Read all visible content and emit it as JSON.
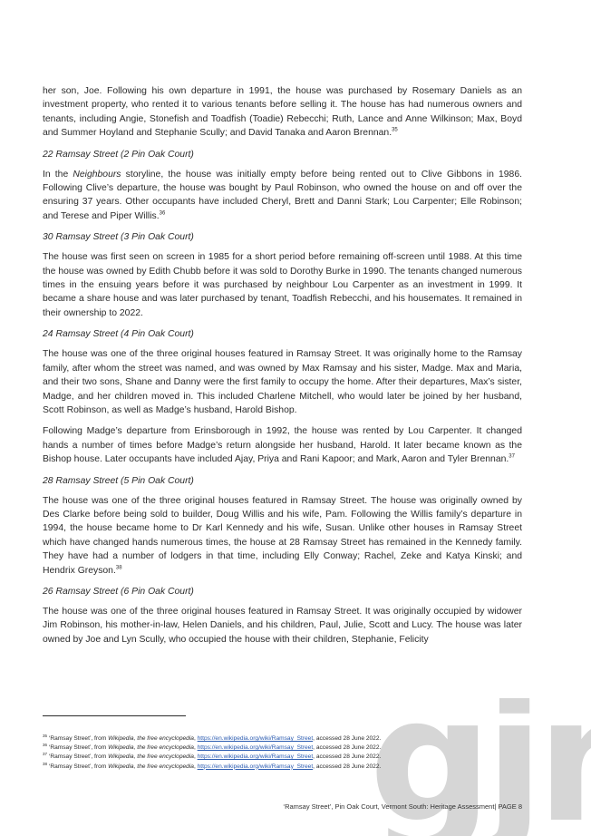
{
  "body": {
    "p1": "her son, Joe. Following his own departure in 1991, the house was purchased by Rosemary Daniels as an investment property, who rented it to various tenants before selling it. The house has had numerous owners and tenants, including Angie, Stonefish and Toadfish (Toadie) Rebecchi; Ruth, Lance and Anne Wilkinson; Max, Boyd and Summer Hoyland and Stephanie Scully; and David Tanaka and Aaron Brennan.",
    "p1_ref": "35",
    "h2": "22 Ramsay Street (2 Pin Oak Court)",
    "p2_a": "In the ",
    "p2_em": "Neighbours",
    "p2_b": " storyline, the house was initially empty before being rented out to Clive Gibbons in 1986. Following Clive’s departure, the house was bought by Paul Robinson, who owned the house on and off over the ensuring 37 years. Other occupants have included Cheryl, Brett and Danni Stark; Lou Carpenter; Elle Robinson; and Terese and Piper Willis.",
    "p2_ref": "36",
    "h3": "30 Ramsay Street (3 Pin Oak Court)",
    "p3": "The house was first seen on screen in 1985 for a short period before remaining off-screen until 1988. At this time the house was owned by Edith Chubb before it was sold to Dorothy Burke in 1990. The tenants changed numerous times in the ensuing years before it was purchased by neighbour Lou Carpenter as an investment in 1999. It became a share house and was later purchased by tenant, Toadfish Rebecchi, and his housemates. It remained in their ownership to 2022.",
    "h4": "24 Ramsay Street (4 Pin Oak Court)",
    "p4": "The house was one of the three original houses featured in Ramsay Street. It was originally home to the Ramsay family, after whom the street was named, and was owned by Max Ramsay and his sister, Madge. Max and Maria, and their two sons, Shane and Danny were the first family to occupy the home. After their departures, Max’s sister, Madge, and her children moved in. This included Charlene Mitchell, who would later be joined by her husband, Scott Robinson, as well as Madge’s husband, Harold Bishop.",
    "p5": "Following Madge’s departure from Erinsborough in 1992, the house was rented by Lou Carpenter. It changed hands a number of times before Madge’s return alongside her husband, Harold. It later became known as the Bishop house. Later occupants have included Ajay, Priya and Rani Kapoor; and Mark, Aaron and Tyler Brennan.",
    "p5_ref": "37",
    "h5": "28 Ramsay Street (5 Pin Oak Court)",
    "p6": "The house was one of the three original houses featured in Ramsay Street. The house was originally owned by Des Clarke before being sold to builder, Doug Willis and his wife, Pam. Following the Willis family’s departure in 1994, the house became home to Dr Karl Kennedy and his wife, Susan. Unlike other houses in Ramsay Street which have changed hands numerous times, the house at 28 Ramsay Street has remained in the Kennedy family. They have had a number of lodgers in that time, including Elly Conway; Rachel, Zeke and Katya Kinski; and Hendrix Greyson.",
    "p6_ref": "38",
    "h6": "26 Ramsay Street (6 Pin Oak Court)",
    "p7": "The house was one of the three original houses featured in Ramsay Street. It was originally occupied by widower Jim Robinson, his mother-in-law, Helen Daniels, and his children, Paul, Julie, Scott and Lucy. The house was later owned by Joe and Lyn Scully, who occupied the house with their children, Stephanie, Felicity"
  },
  "footnotes": [
    {
      "num": "35",
      "pre": " ‘Ramsay Street’, from ",
      "source": "Wikipedia, the free encyclopedia",
      "sep": ", ",
      "url": "https://en.wikipedia.org/wiki/Ramsay_Street",
      "post": ", accessed 28 June 2022."
    },
    {
      "num": "36",
      "pre": " ‘Ramsay Street’, from ",
      "source": "Wikipedia, the free encyclopedia",
      "sep": ", ",
      "url": "https://en.wikipedia.org/wiki/Ramsay_Street",
      "post": ", accessed 28 June 2022."
    },
    {
      "num": "37",
      "pre": " ‘Ramsay Street’, from ",
      "source": "Wikipedia, the free encyclopedia",
      "sep": ", ",
      "url": "https://en.wikipedia.org/wiki/Ramsay_Street",
      "post": ", accessed 28 June 2022."
    },
    {
      "num": "38",
      "pre": " ‘Ramsay Street’, from ",
      "source": "Wikipedia, the free encyclopedia",
      "sep": ", ",
      "url": "https://en.wikipedia.org/wiki/Ramsay_Street",
      "post": ", accessed 28 June 2022."
    }
  ],
  "footer": {
    "text": "‘Ramsay Street’, Pin Oak Court, Vermont South: Heritage Assessment| PAGE 8"
  },
  "logo": {
    "text": "gjm",
    "color": "#d6d6d6"
  }
}
